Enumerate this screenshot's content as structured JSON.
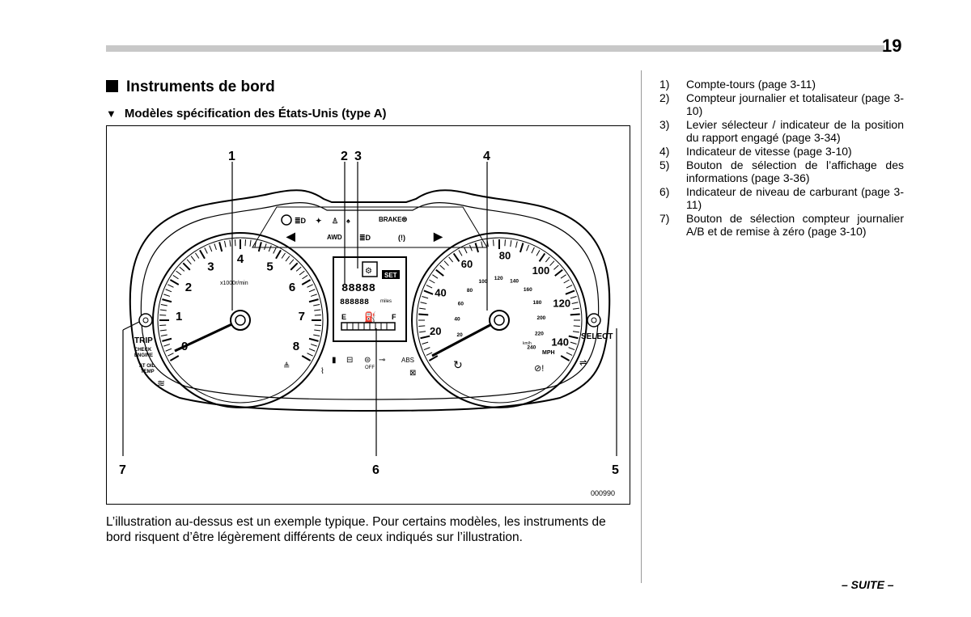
{
  "page": {
    "number": "19",
    "continue_label": "– SUITE –"
  },
  "section": {
    "title": "Instruments de bord",
    "subtitle": "Modèles spécification des États-Unis (type A)"
  },
  "figure": {
    "code": "000990",
    "callouts": [
      "1",
      "2",
      "3",
      "4",
      "5",
      "6",
      "7"
    ],
    "tachometer": {
      "scale": [
        "0",
        "1",
        "2",
        "3",
        "4",
        "5",
        "6",
        "7",
        "8"
      ],
      "unit": "x1000r/min"
    },
    "speedometer": {
      "mph_scale": [
        "20",
        "40",
        "60",
        "80",
        "100",
        "120",
        "140"
      ],
      "kmh_scale": [
        "20",
        "40",
        "60",
        "80",
        "100",
        "120",
        "140",
        "160",
        "180",
        "200",
        "220",
        "240"
      ],
      "unit_mph": "MPH",
      "unit_kmh": "km/h"
    },
    "labels": {
      "brake": "BRAKE",
      "awd": "AWD",
      "trip": "TRIP",
      "check_engine_1": "CHECK",
      "check_engine_2": "ENGINE",
      "at_oil_1": "AT OIL",
      "at_oil_2": "TEMP",
      "select": "SELECT",
      "set": "SET",
      "miles": "miles",
      "fuel_empty": "E",
      "fuel_full": "F",
      "abs": "ABS",
      "off": "OFF"
    }
  },
  "caption": "L’illustration au-dessus est un exemple typique. Pour certains modèles, les instruments de bord risquent d’être légèrement différents de ceux indiqués sur l’illustration.",
  "legend": [
    {
      "num": "1)",
      "text": "Compte-tours (page 3-11)"
    },
    {
      "num": "2)",
      "text": "Compteur journalier et totalisateur (page 3-10)"
    },
    {
      "num": "3)",
      "text": "Levier sélecteur / indicateur de la position du rapport engagé (page 3-34)"
    },
    {
      "num": "4)",
      "text": "Indicateur de vitesse (page 3-10)"
    },
    {
      "num": "5)",
      "text": "Bouton de sélection de l’affichage des informations (page 3-36)"
    },
    {
      "num": "6)",
      "text": "Indicateur de niveau de carburant (page 3-11)"
    },
    {
      "num": "7)",
      "text": "Bouton de sélection compteur journalier A/B et de remise à zéro (page 3-10)"
    }
  ]
}
